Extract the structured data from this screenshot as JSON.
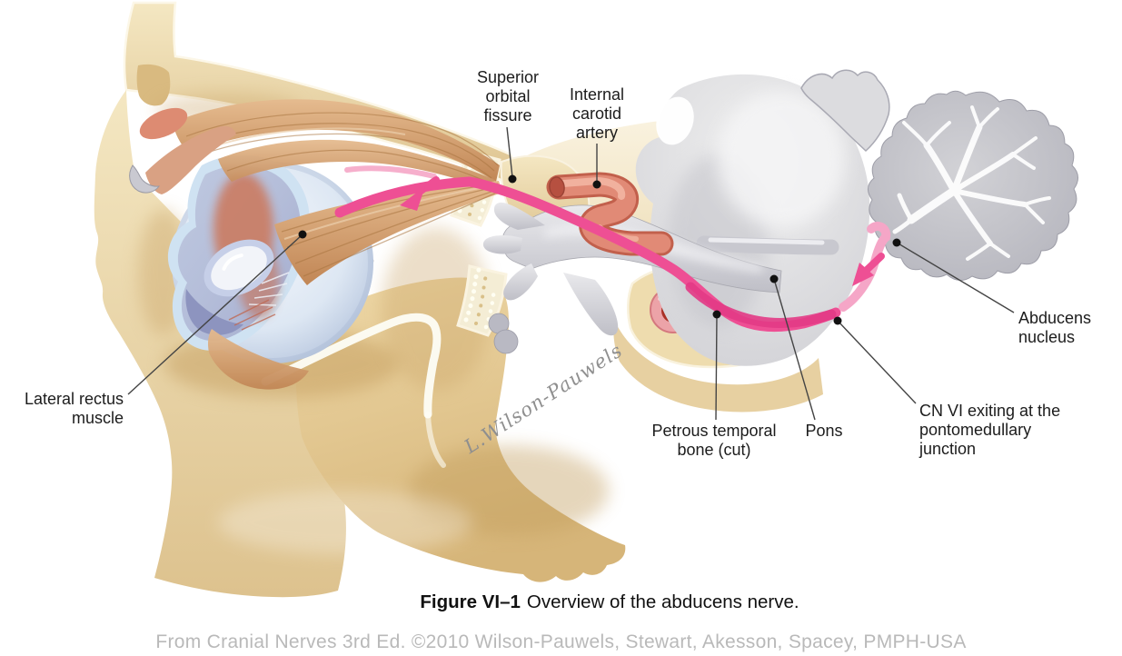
{
  "figure": {
    "caption_label": "Figure VI–1",
    "caption_text": "Overview of the abducens nerve.",
    "attribution": "From Cranial Nerves 3rd Ed. ©2010 Wilson-Pauwels, Stewart, Akesson, Spacey, PMPH-USA",
    "signature": "L.Wilson-Pauwels"
  },
  "labels": [
    {
      "id": "superior-orbital-fissure",
      "lines": [
        "Superior",
        "orbital",
        "fissure"
      ]
    },
    {
      "id": "internal-carotid-artery",
      "lines": [
        "Internal",
        "carotid",
        "artery"
      ]
    },
    {
      "id": "lateral-rectus-muscle",
      "lines": [
        "Lateral rectus",
        "muscle"
      ]
    },
    {
      "id": "petrous-temporal-bone",
      "lines": [
        "Petrous temporal",
        "bone (cut)"
      ]
    },
    {
      "id": "pons",
      "lines": [
        "Pons"
      ]
    },
    {
      "id": "abducens-nucleus",
      "lines": [
        "Abducens",
        "nucleus"
      ]
    },
    {
      "id": "cn-vi-exiting",
      "lines": [
        "CN VI exiting at the",
        "pontomedullary",
        "junction"
      ]
    }
  ],
  "colors": {
    "nerve_pink": "#ee4f94",
    "nerve_pink_deep": "#e23a85",
    "nerve_pink_light": "#f5a6c7",
    "artery_salmon": "#e18a76",
    "artery_dark": "#c05f4a",
    "bone_tan": "#e9d3a2",
    "bone_dark": "#cfa96a",
    "brain_gray": "#cdcdd3",
    "eye_blue": "#dce6f2",
    "label_text": "#1c1c1c",
    "leader_line": "#444444",
    "dot_black": "#111111",
    "attribution_gray": "#b9b9b9"
  }
}
